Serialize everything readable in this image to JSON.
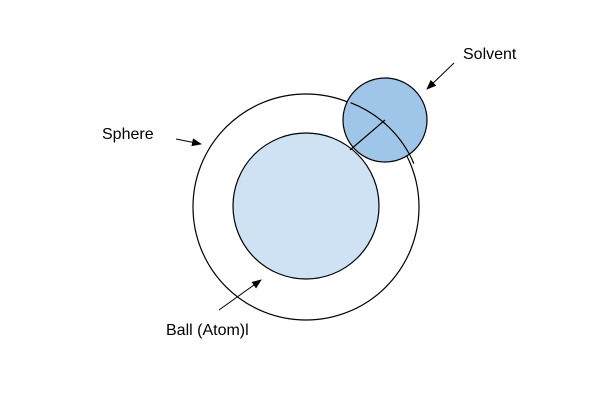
{
  "labels": {
    "sphere": "Sphere",
    "solvent": "Solvent",
    "ball": "Ball (Atom)l"
  },
  "colors": {
    "stroke": "#000000",
    "ball_fill": "#cfe2f3",
    "solvent_fill": "#9fc5e8",
    "sphere_fill": "#ffffff",
    "background": "#ffffff"
  }
}
